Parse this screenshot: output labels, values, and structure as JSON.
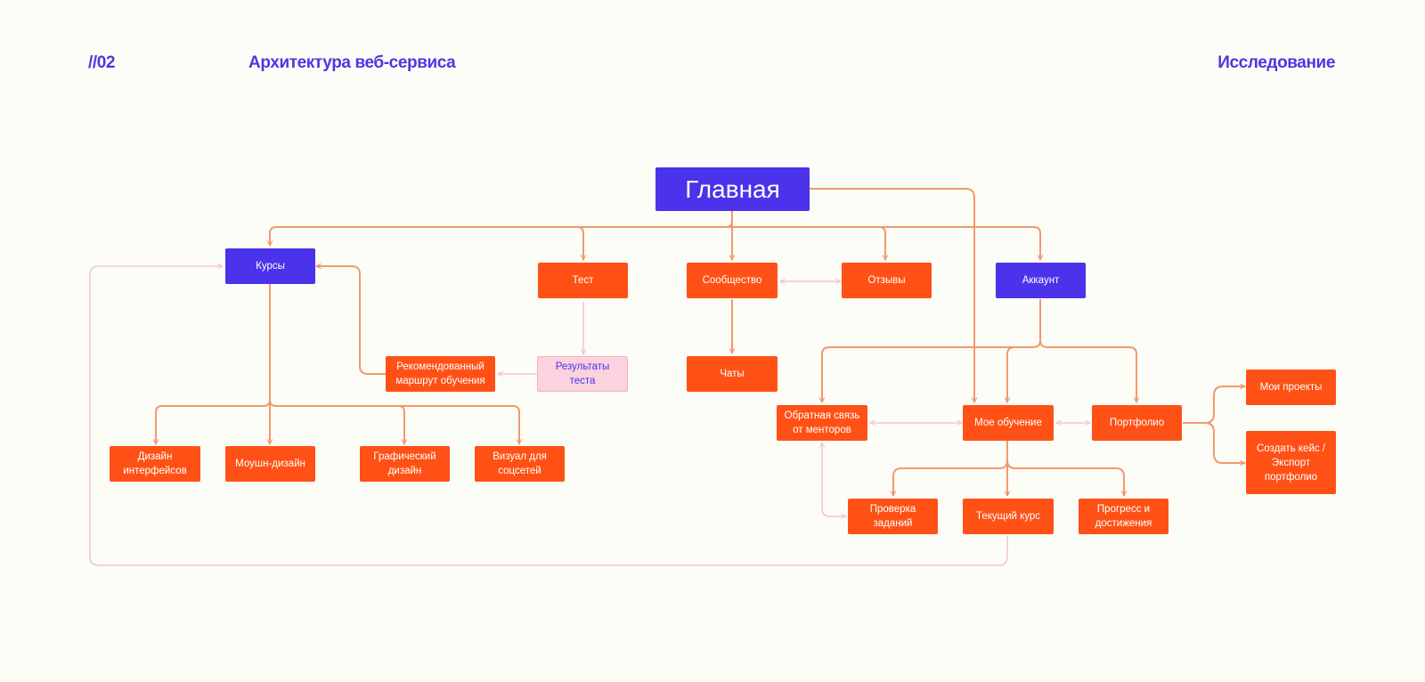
{
  "header": {
    "number": "//02",
    "title": "Архитектура веб-сервиса",
    "section": "Исследование"
  },
  "colors": {
    "background": "#fdfdf8",
    "accent_purple": "#4a33ea",
    "accent_orange": "#ff5116",
    "pink_box": "#fcd2df",
    "orange_line": "#f2996b",
    "pink_line": "#f6c4d4"
  },
  "nodes": {
    "main": "Главная",
    "courses": "Курсы",
    "test": "Тест",
    "community": "Сообщество",
    "reviews": "Отзывы",
    "account": "Аккаунт",
    "recommended_route": "Рекомендованный\nмаршрут обучения",
    "test_results": "Результаты теста",
    "chats": "Чаты",
    "mentor_feedback": "Обратная связь\nот менторов",
    "my_learning": "Мое обучение",
    "portfolio": "Портфолио",
    "my_projects": "Мои проекты",
    "create_case": "Создать кейс /\nЭкспорт\nпортфолио",
    "interface_design": "Дизайн\nинтерфейсов",
    "motion_design": "Моушн-дизайн",
    "graphic_design": "Графический\nдизайн",
    "social_visual": "Визуал для\nсоцсетей",
    "task_review": "Проверка\nзаданий",
    "current_course": "Текущий курс",
    "progress": "Прогресс и\nдостижения"
  }
}
